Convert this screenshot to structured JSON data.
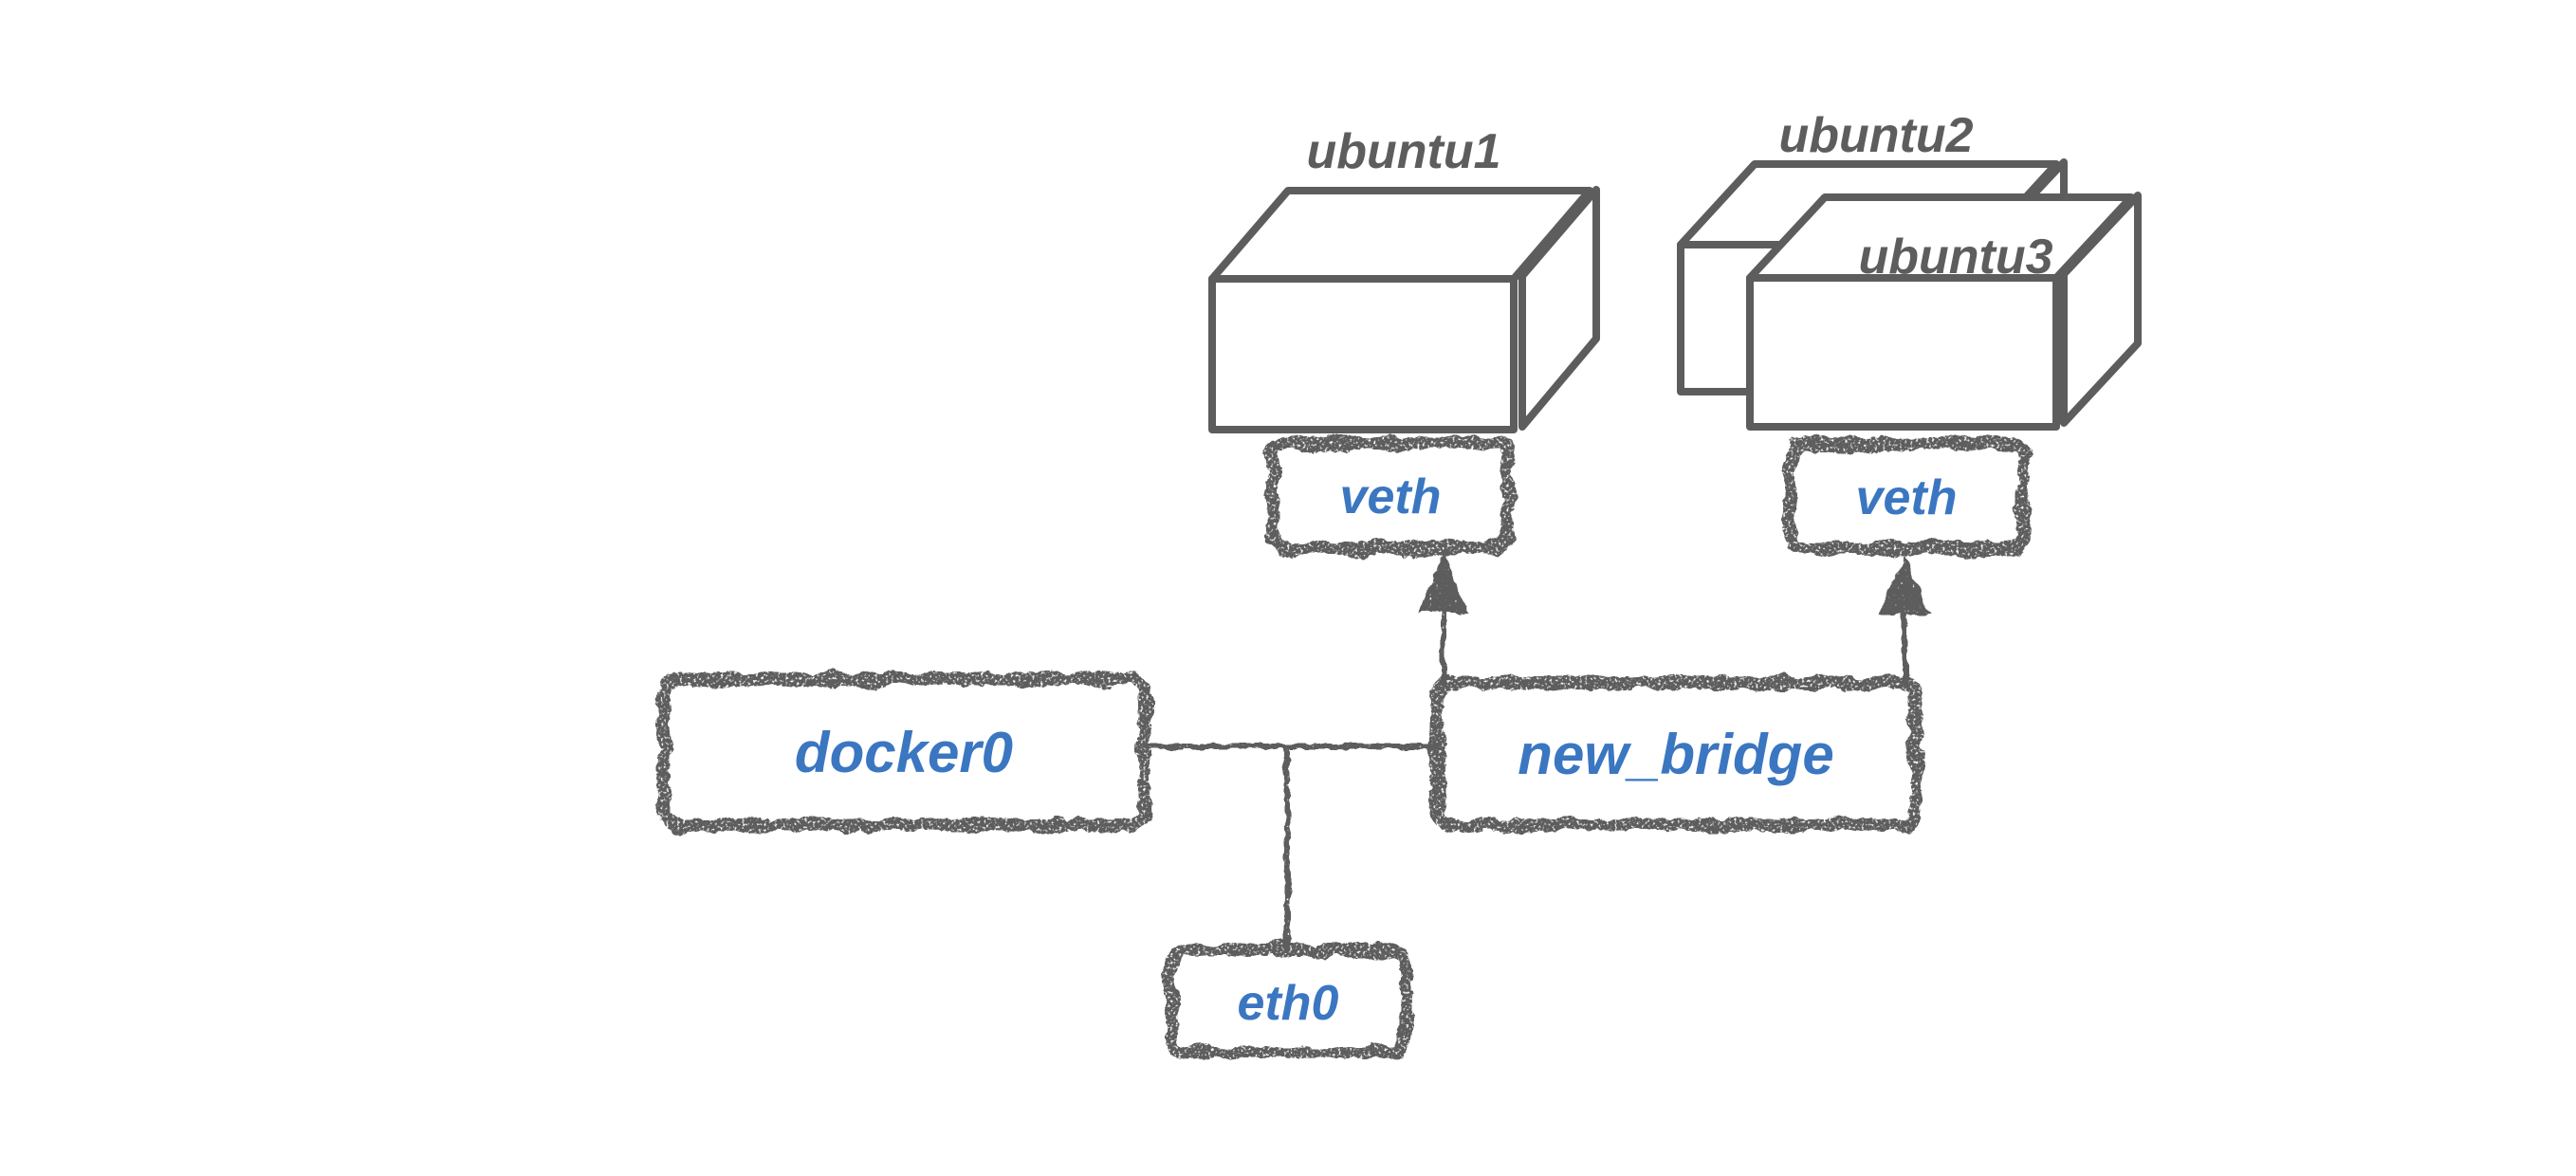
{
  "diagram": {
    "kind": "docker-bridge-network-diagram",
    "nodes": {
      "ubuntu1": {
        "label": "ubuntu1",
        "type": "container"
      },
      "ubuntu2": {
        "label": "ubuntu2",
        "type": "container"
      },
      "ubuntu3": {
        "label": "ubuntu3",
        "type": "container"
      },
      "veth1": {
        "label": "veth",
        "type": "interface"
      },
      "veth2": {
        "label": "veth",
        "type": "interface"
      },
      "docker0": {
        "label": "docker0",
        "type": "bridge"
      },
      "new_bridge": {
        "label": "new_bridge",
        "type": "bridge"
      },
      "eth0": {
        "label": "eth0",
        "type": "interface"
      }
    },
    "edges": [
      {
        "from": "docker0",
        "to": "new_bridge",
        "style": "plain-line"
      },
      {
        "from": "docker0/new_bridge",
        "to": "eth0",
        "style": "plain-line"
      },
      {
        "from": "new_bridge",
        "to": "veth1",
        "style": "arrow-up"
      },
      {
        "from": "new_bridge",
        "to": "veth2",
        "style": "arrow-up"
      }
    ]
  },
  "colors": {
    "stroke": "#5d5d5d",
    "accent_blue": "#3b76c1",
    "background": "#ffffff"
  }
}
